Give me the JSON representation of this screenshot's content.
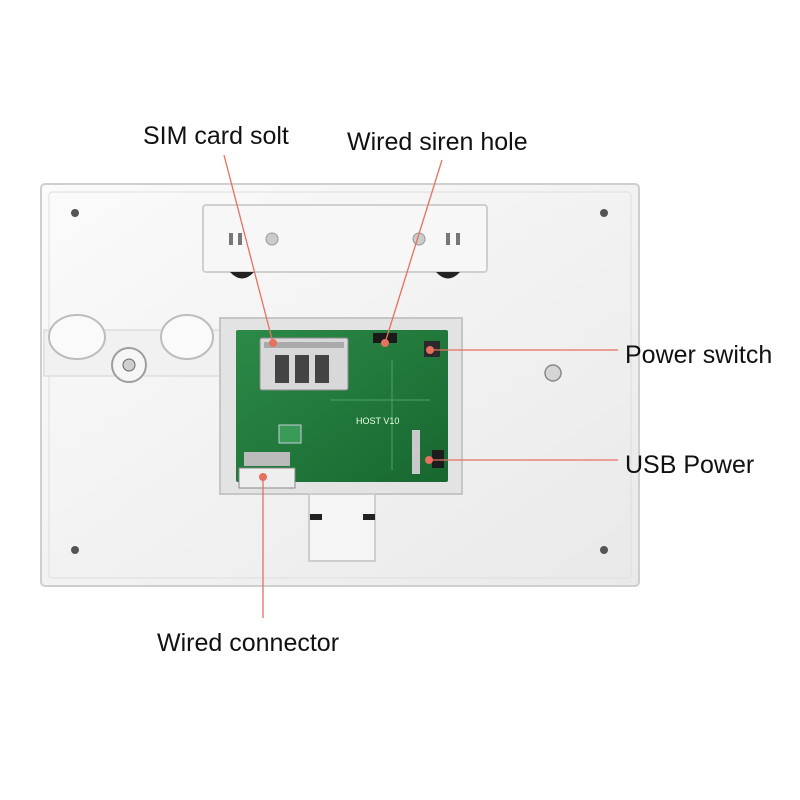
{
  "image": {
    "subject": "back of a white alarm panel with open compartment showing a green circuit board"
  },
  "callouts": {
    "sim_card": "SIM card solt",
    "siren_hole": "Wired siren hole",
    "power_switch": "Power switch",
    "usb_power": "USB Power",
    "wired_connector": "Wired connector"
  },
  "board": {
    "model_text": "HOST V10"
  },
  "colors": {
    "callout_line": "#e8705f",
    "callout_dot": "#e8705f",
    "housing": "#f4f4f4",
    "pcb": "#1f7a3c"
  }
}
